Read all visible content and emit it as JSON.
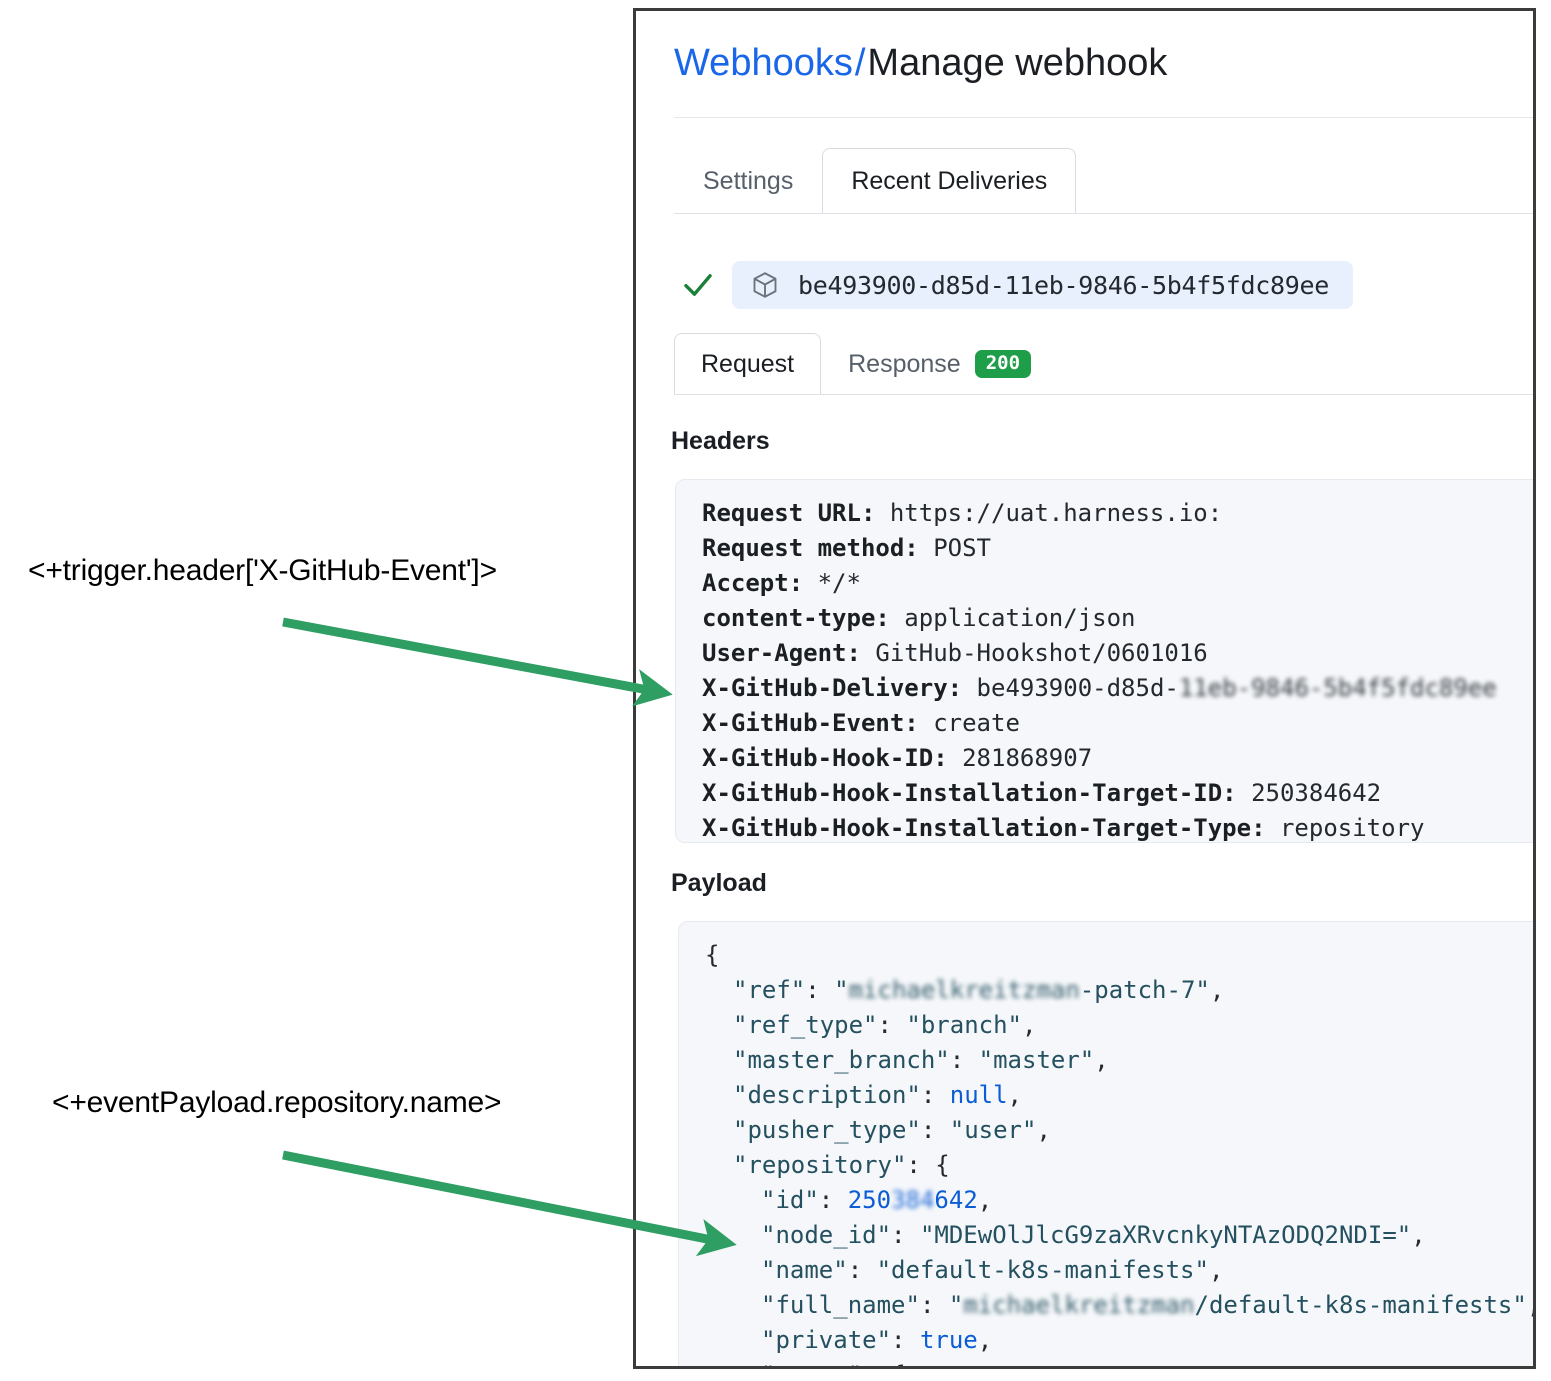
{
  "panel": {
    "breadcrumb": {
      "link": "Webhooks",
      "separator": "/",
      "current": "Manage webhook"
    },
    "outer_tabs": [
      {
        "label": "Settings",
        "active": false
      },
      {
        "label": "Recent Deliveries",
        "active": true
      }
    ],
    "delivery": {
      "check_icon": "check-icon",
      "package_icon": "package-icon",
      "id": "be493900-d85d-11eb-9846-5b4f5fdc89ee"
    },
    "inner_tabs": [
      {
        "label": "Request",
        "active": true,
        "badge": null
      },
      {
        "label": "Response",
        "active": false,
        "badge": "200"
      }
    ],
    "status_badge_color": "#1f9e4a",
    "headers_section": {
      "heading": "Headers",
      "rows": [
        {
          "key": "Request URL:",
          "value": "https://uat.harness.io:",
          "redacted": false
        },
        {
          "key": "Request method:",
          "value": "POST",
          "redacted": false
        },
        {
          "key": "Accept:",
          "value": "*/*",
          "redacted": false
        },
        {
          "key": "content-type:",
          "value": "application/json",
          "redacted": false
        },
        {
          "key": "User-Agent:",
          "value": "GitHub-Hookshot/0601016",
          "redacted": false
        },
        {
          "key": "X-GitHub-Delivery:",
          "value": "be493900-d85d-",
          "redacted_suffix": "11eb-9846-5b4f5fdc89ee",
          "redacted": true
        },
        {
          "key": "X-GitHub-Event:",
          "value": "create",
          "redacted": false
        },
        {
          "key": "X-GitHub-Hook-ID:",
          "value": "281868907",
          "redacted": false
        },
        {
          "key": "X-GitHub-Hook-Installation-Target-ID:",
          "value": "250384642",
          "redacted": false
        },
        {
          "key": "X-GitHub-Hook-Installation-Target-Type:",
          "value": "repository",
          "redacted": false
        }
      ]
    },
    "payload_section": {
      "heading": "Payload",
      "lines": [
        {
          "indent": 0,
          "text": "{"
        },
        {
          "indent": 1,
          "key": "\"ref\"",
          "value_prefix": "\"",
          "redacted_text": "michaelkreitzman",
          "value_suffix": "-patch-7\"",
          "trailing": ","
        },
        {
          "indent": 1,
          "key": "\"ref_type\"",
          "value": "\"branch\"",
          "type": "str",
          "trailing": ","
        },
        {
          "indent": 1,
          "key": "\"master_branch\"",
          "value": "\"master\"",
          "type": "str",
          "trailing": ","
        },
        {
          "indent": 1,
          "key": "\"description\"",
          "value": "null",
          "type": "lit",
          "trailing": ","
        },
        {
          "indent": 1,
          "key": "\"pusher_type\"",
          "value": "\"user\"",
          "type": "str",
          "trailing": ","
        },
        {
          "indent": 1,
          "key": "\"repository\"",
          "value": "{",
          "type": "punct",
          "trailing": ""
        },
        {
          "indent": 2,
          "key": "\"id\"",
          "value_prefix": "250",
          "redacted_text": "384",
          "value_suffix": "642",
          "type": "num",
          "trailing": ","
        },
        {
          "indent": 2,
          "key": "\"node_id\"",
          "value": "\"MDEwOlJlcG9zaXRvcnkyNTAzODQ2NDI=\"",
          "type": "str",
          "trailing": ","
        },
        {
          "indent": 2,
          "key": "\"name\"",
          "value": "\"default-k8s-manifests\"",
          "type": "str",
          "trailing": ","
        },
        {
          "indent": 2,
          "key": "\"full_name\"",
          "value_prefix": "\"",
          "redacted_text": "michaelkreitzman",
          "value_suffix": "/default-k8s-manifests\"",
          "trailing": ","
        },
        {
          "indent": 2,
          "key": "\"private\"",
          "value": "true",
          "type": "lit",
          "trailing": ","
        },
        {
          "indent": 2,
          "key": "\"owner\"",
          "value": "{",
          "type": "punct",
          "trailing": ""
        }
      ]
    }
  },
  "annotations": {
    "arrow_color": "#2e9e62",
    "items": [
      {
        "label": "<+trigger.header['X-GitHub-Event']>"
      },
      {
        "label": "<+eventPayload.repository.name>"
      }
    ]
  }
}
